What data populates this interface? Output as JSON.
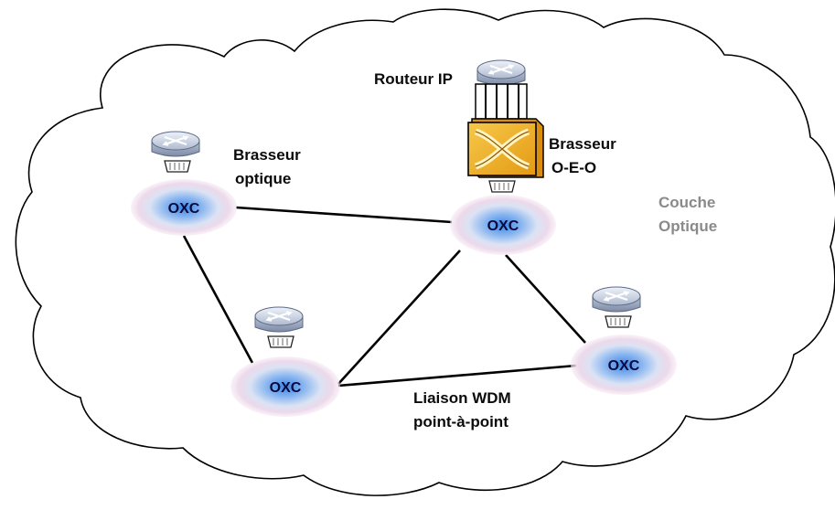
{
  "labels": {
    "router_ip": "Routeur IP",
    "brasseur_optique_line1": "Brasseur",
    "brasseur_optique_line2": "optique",
    "brasseur_oeo_line1": "Brasseur",
    "brasseur_oeo_line2": "O-E-O",
    "couche_line1": "Couche",
    "couche_line2": "Optique",
    "liaison_line1": "Liaison WDM",
    "liaison_line2": "point-à-point"
  },
  "nodes": [
    {
      "id": "oxc-top-left",
      "label": "OXC"
    },
    {
      "id": "oxc-center",
      "label": "OXC"
    },
    {
      "id": "oxc-bottom-left",
      "label": "OXC"
    },
    {
      "id": "oxc-right",
      "label": "OXC"
    }
  ],
  "colors": {
    "cloud_stroke": "#000000",
    "cloud_fill": "#ffffff",
    "oxc_glow": "#d6e4f7",
    "oxc_core": "#2f7de0",
    "router_body": "#c9d3e3",
    "switch_fill": "#f2b32e",
    "link": "#000000",
    "label_gray": "#8a8a8a"
  }
}
